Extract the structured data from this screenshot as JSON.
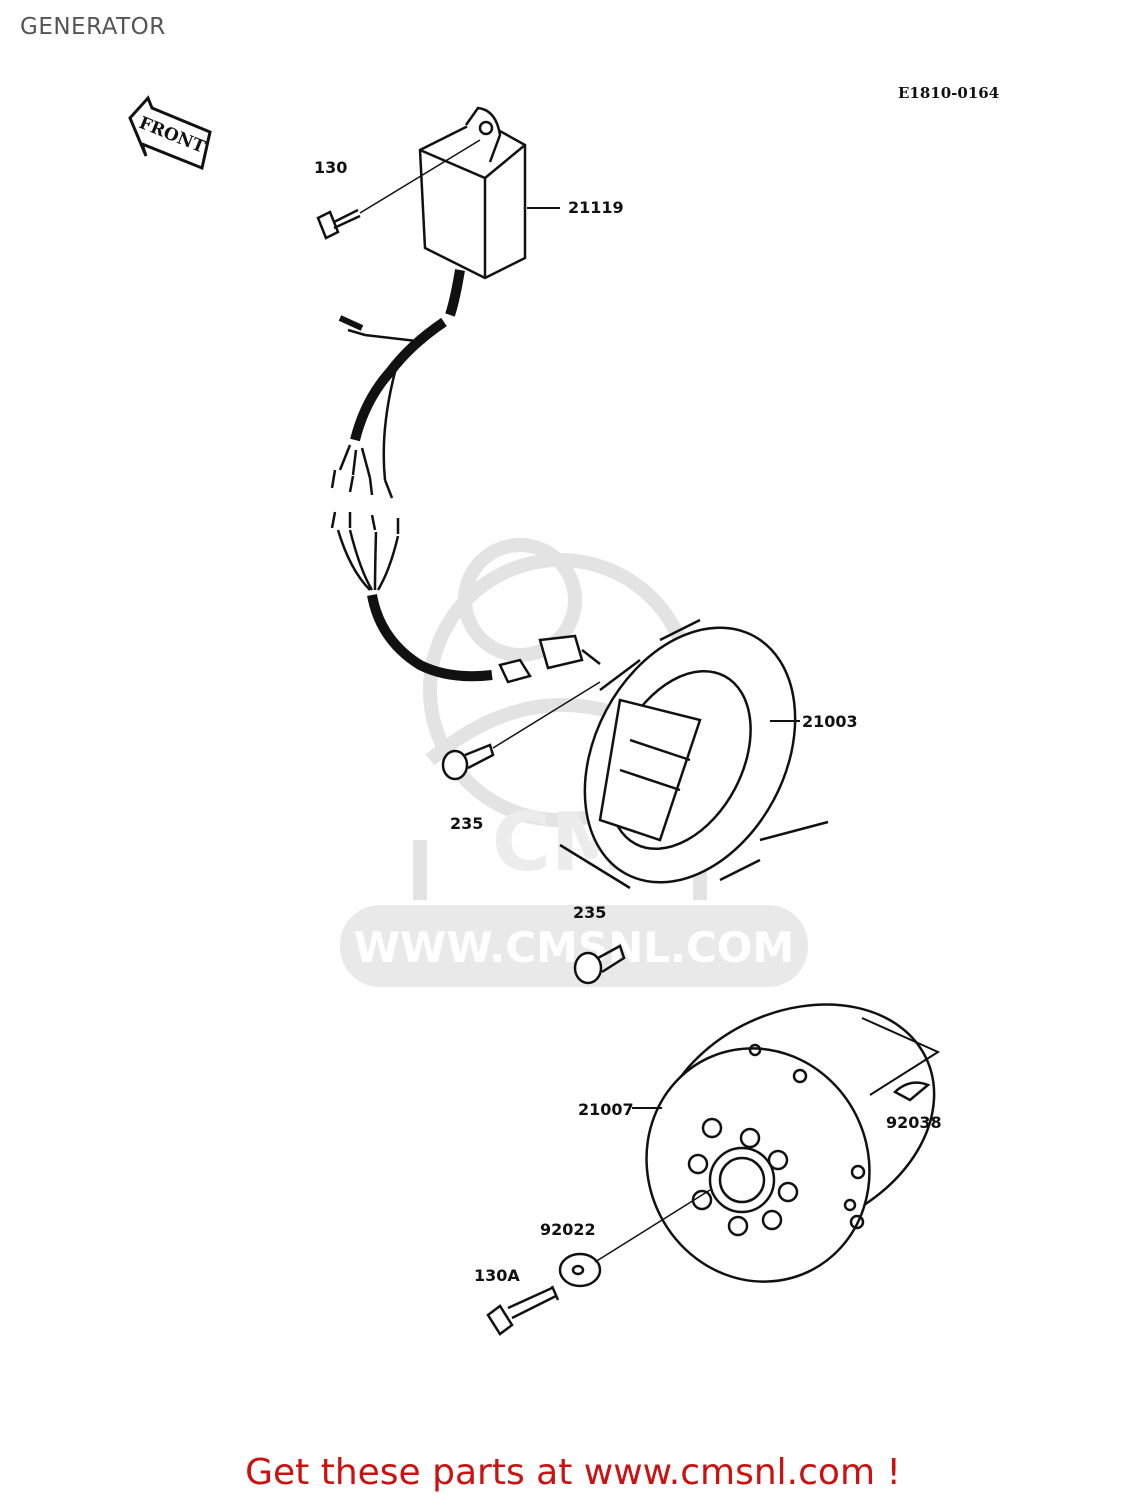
{
  "page": {
    "title": "GENERATOR",
    "reference": "E1810-0164"
  },
  "front_arrow": {
    "label": "FRONT"
  },
  "watermark": {
    "text": "WWW.CMSNL.COM",
    "logo_text": "CMS"
  },
  "parts": {
    "p130": "130",
    "p21119": "21119",
    "p21003": "21003",
    "p235a": "235",
    "p235b": "235",
    "p21007": "21007",
    "p92038": "92038",
    "p92022": "92022",
    "p130a": "130A"
  },
  "footer": {
    "text": "Get these parts at www.cmsnl.com !"
  },
  "colors": {
    "footer": "#cc1111",
    "title": "#555555",
    "line": "#111111",
    "watermark": "#e6e6e6"
  }
}
